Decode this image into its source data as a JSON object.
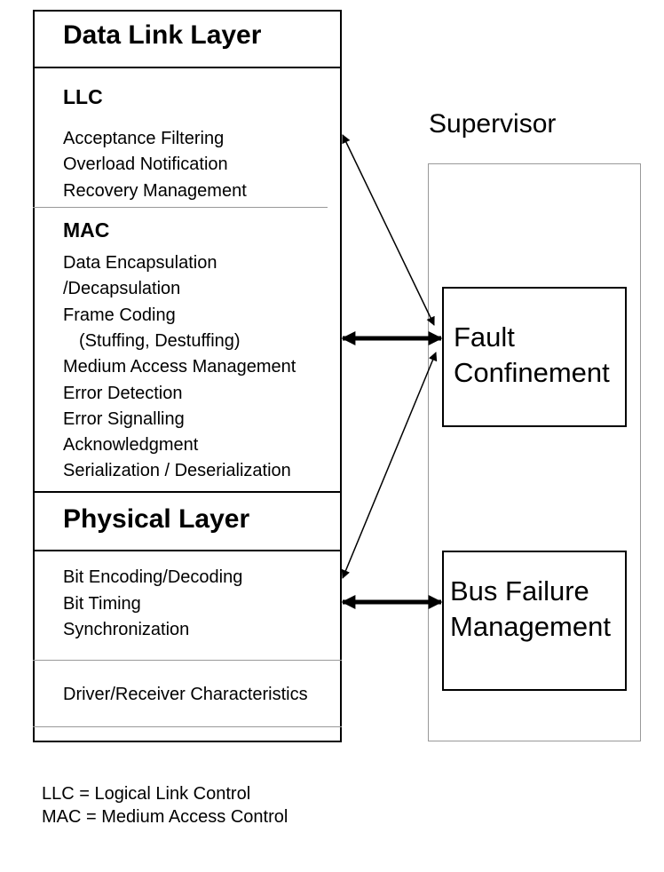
{
  "data_link": {
    "title": "Data Link Layer",
    "llc": {
      "label": "LLC",
      "items": [
        "Acceptance Filtering",
        "Overload Notification",
        "Recovery Management"
      ]
    },
    "mac": {
      "label": "MAC",
      "items": [
        "Data Encapsulation",
        "/Decapsulation",
        "Frame Coding",
        "(Stuffing, Destuffing)",
        "Medium Access Management",
        "Error Detection",
        "Error Signalling",
        "Acknowledgment",
        "Serialization / Deserialization"
      ]
    }
  },
  "physical": {
    "title": "Physical Layer",
    "items": [
      "Bit Encoding/Decoding",
      "Bit Timing",
      "Synchronization"
    ],
    "driver": "Driver/Receiver Characteristics"
  },
  "supervisor": {
    "title": "Supervisor",
    "fault": {
      "line1": "Fault",
      "line2": "Confinement"
    },
    "bus": {
      "line1": "Bus Failure",
      "line2": "Management"
    }
  },
  "legend": [
    "LLC = Logical Link Control",
    "MAC = Medium Access Control"
  ]
}
